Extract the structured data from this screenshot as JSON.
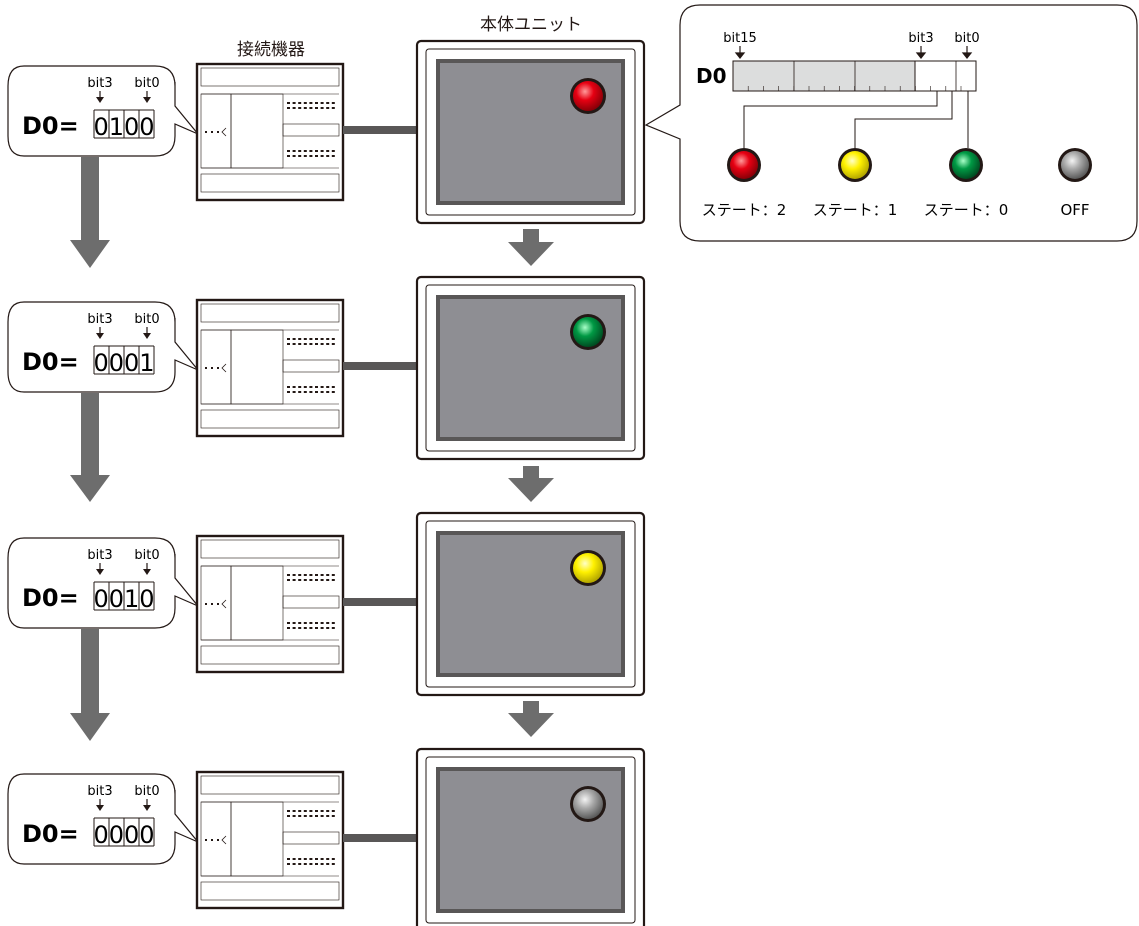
{
  "headers": {
    "device": "接続機器",
    "unit": "本体ユニット"
  },
  "register": {
    "name": "D0",
    "bit_high": "bit15",
    "bit_low_3": "bit3",
    "bit_low_0": "bit0"
  },
  "legend": [
    {
      "label": "ステート：2",
      "color": "red"
    },
    {
      "label": "ステート：1",
      "color": "yellow"
    },
    {
      "label": "ステート：0",
      "color": "green"
    },
    {
      "label": "OFF",
      "color": "gray"
    }
  ],
  "stages": [
    {
      "bit3_label": "bit3",
      "bit0_label": "bit0",
      "prefix": "D0=",
      "value": "0100",
      "lamp": "red"
    },
    {
      "bit3_label": "bit3",
      "bit0_label": "bit0",
      "prefix": "D0=",
      "value": "0001",
      "lamp": "green"
    },
    {
      "bit3_label": "bit3",
      "bit0_label": "bit0",
      "prefix": "D0=",
      "value": "0010",
      "lamp": "yellow"
    },
    {
      "bit3_label": "bit3",
      "bit0_label": "bit0",
      "prefix": "D0=",
      "value": "0000",
      "lamp": "gray"
    }
  ],
  "colors": {
    "red": "#e60012",
    "yellow": "#fff100",
    "green": "#009944",
    "gray": "#9fa0a0",
    "arrow": "#6d6d6d",
    "screen": "#8e8e93",
    "bezel": "#595757"
  }
}
